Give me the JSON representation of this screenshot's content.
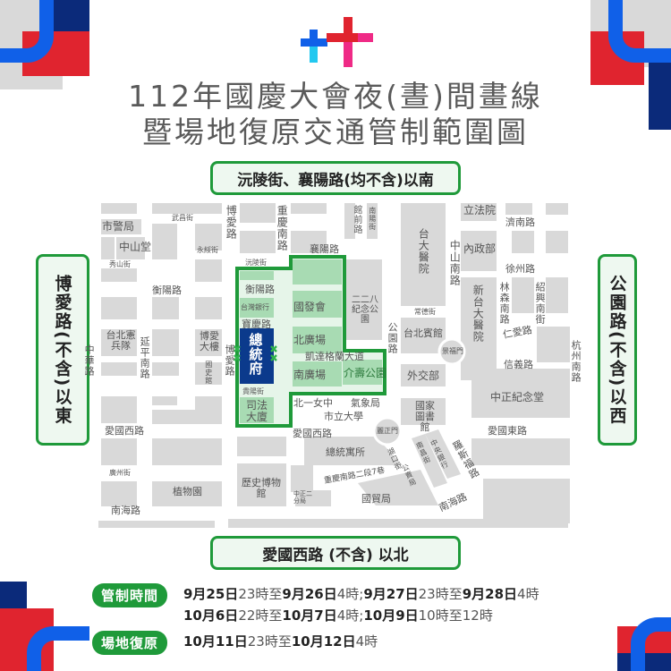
{
  "title": {
    "line1": "112年國慶大會夜(晝)間畫線",
    "line2": "暨場地復原交通管制範圍圖"
  },
  "boundaries": {
    "north": "沅陵街、襄陽路(均不含)以南",
    "south": "愛國西路 (不含) 以北",
    "west": "博愛路(不含)以東",
    "east": "公園路(不含)以西"
  },
  "map": {
    "labels": {
      "shijingju": "市警局",
      "wuchangjie": "武昌街",
      "boailu_n": "博愛路",
      "chongqingnanlu": "重慶南路",
      "guanqianlu": "館前路",
      "nanyangjie": "南陽街",
      "lifayuan": "立法院",
      "jinanlu": "濟南路",
      "zhongshantang": "中山堂",
      "yongsuijie": "永綏街",
      "xiangyanglu": "襄陽路",
      "taidayiyuan": "台大醫院",
      "zhongshannanlu": "中山南路",
      "neizhengbu": "內政部",
      "xiushanjie": "秀山街",
      "yuanlingjie": "沅陵街",
      "xuzhoulu": "徐州路",
      "hengyanglu_w": "衡陽路",
      "hengyanglu_in": "衡陽路",
      "linsennanlu": "林森南路",
      "shaoxingnanjie": "紹興南街",
      "taiwanyinhang": "台灣銀行",
      "guofahui": "國發會",
      "ererba": "二二八紀念公園",
      "xintaida": "新台大醫院",
      "changdejie": "常德街",
      "baoqinglu": "寶慶路",
      "zhonghualu": "中華路",
      "xianbingdui": "台北憲兵隊",
      "yanpingnanlu": "延平南路",
      "boaidalou": "博愛大樓",
      "boailu_w": "博愛路",
      "zongtongfu": "總統府",
      "beiguangchang": "北廣場",
      "gongyuanlu": "公園路",
      "taibeibinguan": "台北賓館",
      "jingfumen": "景福門",
      "renailu": "仁愛路",
      "hangzhounanlu": "杭州南路",
      "guoshiguan": "國史館",
      "ketagelan": "凱達格蘭大道",
      "nanguangchang": "南廣場",
      "jieshougongyuan": "介壽公園",
      "waijiaobu": "外交部",
      "xinyilu": "信義路",
      "guiyangjie": "貴陽街",
      "zhongzheng": "中正紀念堂",
      "sifadasha": "司法大廈",
      "beiyinvzhong": "北一女中",
      "qixiangju": "氣象局",
      "shilidaxue": "市立大學",
      "guojiatushuguan": "國家圖書館",
      "aiguoxilu_w": "愛國西路",
      "aiguoxilu_e": "愛國西路",
      "lizhengmen": "麗正門",
      "luosifulu": "羅斯福路",
      "aiguodonglu": "愛國東路",
      "zongtongyusuo": "總統寓所",
      "hukoujie": "湖口街",
      "nanchangjie": "南昌街",
      "gongmaoju": "公賣局",
      "zhongyangyinhang": "中央銀行",
      "guangzhoujie": "廣州街",
      "chongqing7xiang": "重慶南路二段7巷",
      "nanhailu_e": "南海路",
      "lishibowuguan": "歷史博物館",
      "zhiwuyuan": "植物園",
      "zhongzhengerfenju": "中正二分局",
      "guomaoju": "國貿局",
      "nanhailu_w": "南海路"
    }
  },
  "legend": {
    "control_label": "管制時間",
    "control_line1": [
      {
        "t": "9月25日",
        "b": true
      },
      {
        "t": "23時至",
        "b": false
      },
      {
        "t": "9月26日",
        "b": true
      },
      {
        "t": "4時;",
        "b": false
      },
      {
        "t": "9月27日",
        "b": true
      },
      {
        "t": "23時至",
        "b": false
      },
      {
        "t": "9月28日",
        "b": true
      },
      {
        "t": "4時",
        "b": false
      }
    ],
    "control_line2": [
      {
        "t": "10月6日",
        "b": true
      },
      {
        "t": "22時至",
        "b": false
      },
      {
        "t": "10月7日",
        "b": true
      },
      {
        "t": "4時;",
        "b": false
      },
      {
        "t": "10月9日",
        "b": true
      },
      {
        "t": "10時至12時",
        "b": false
      }
    ],
    "restore_label": "場地復原",
    "restore_line": [
      {
        "t": "10月11日",
        "b": true
      },
      {
        "t": "23時至",
        "b": false
      },
      {
        "t": "10月12日",
        "b": true
      },
      {
        "t": "4時",
        "b": false
      }
    ]
  },
  "colors": {
    "green": "#1f9a3a",
    "zone_fill": "#e6f5e9",
    "zone_block": "#a8dbb3",
    "presidential_office": "#0b3a8c",
    "block": "#d9d9d9",
    "red": "#e0242f",
    "blue": "#1060e8",
    "navy": "#0b2a7a"
  }
}
